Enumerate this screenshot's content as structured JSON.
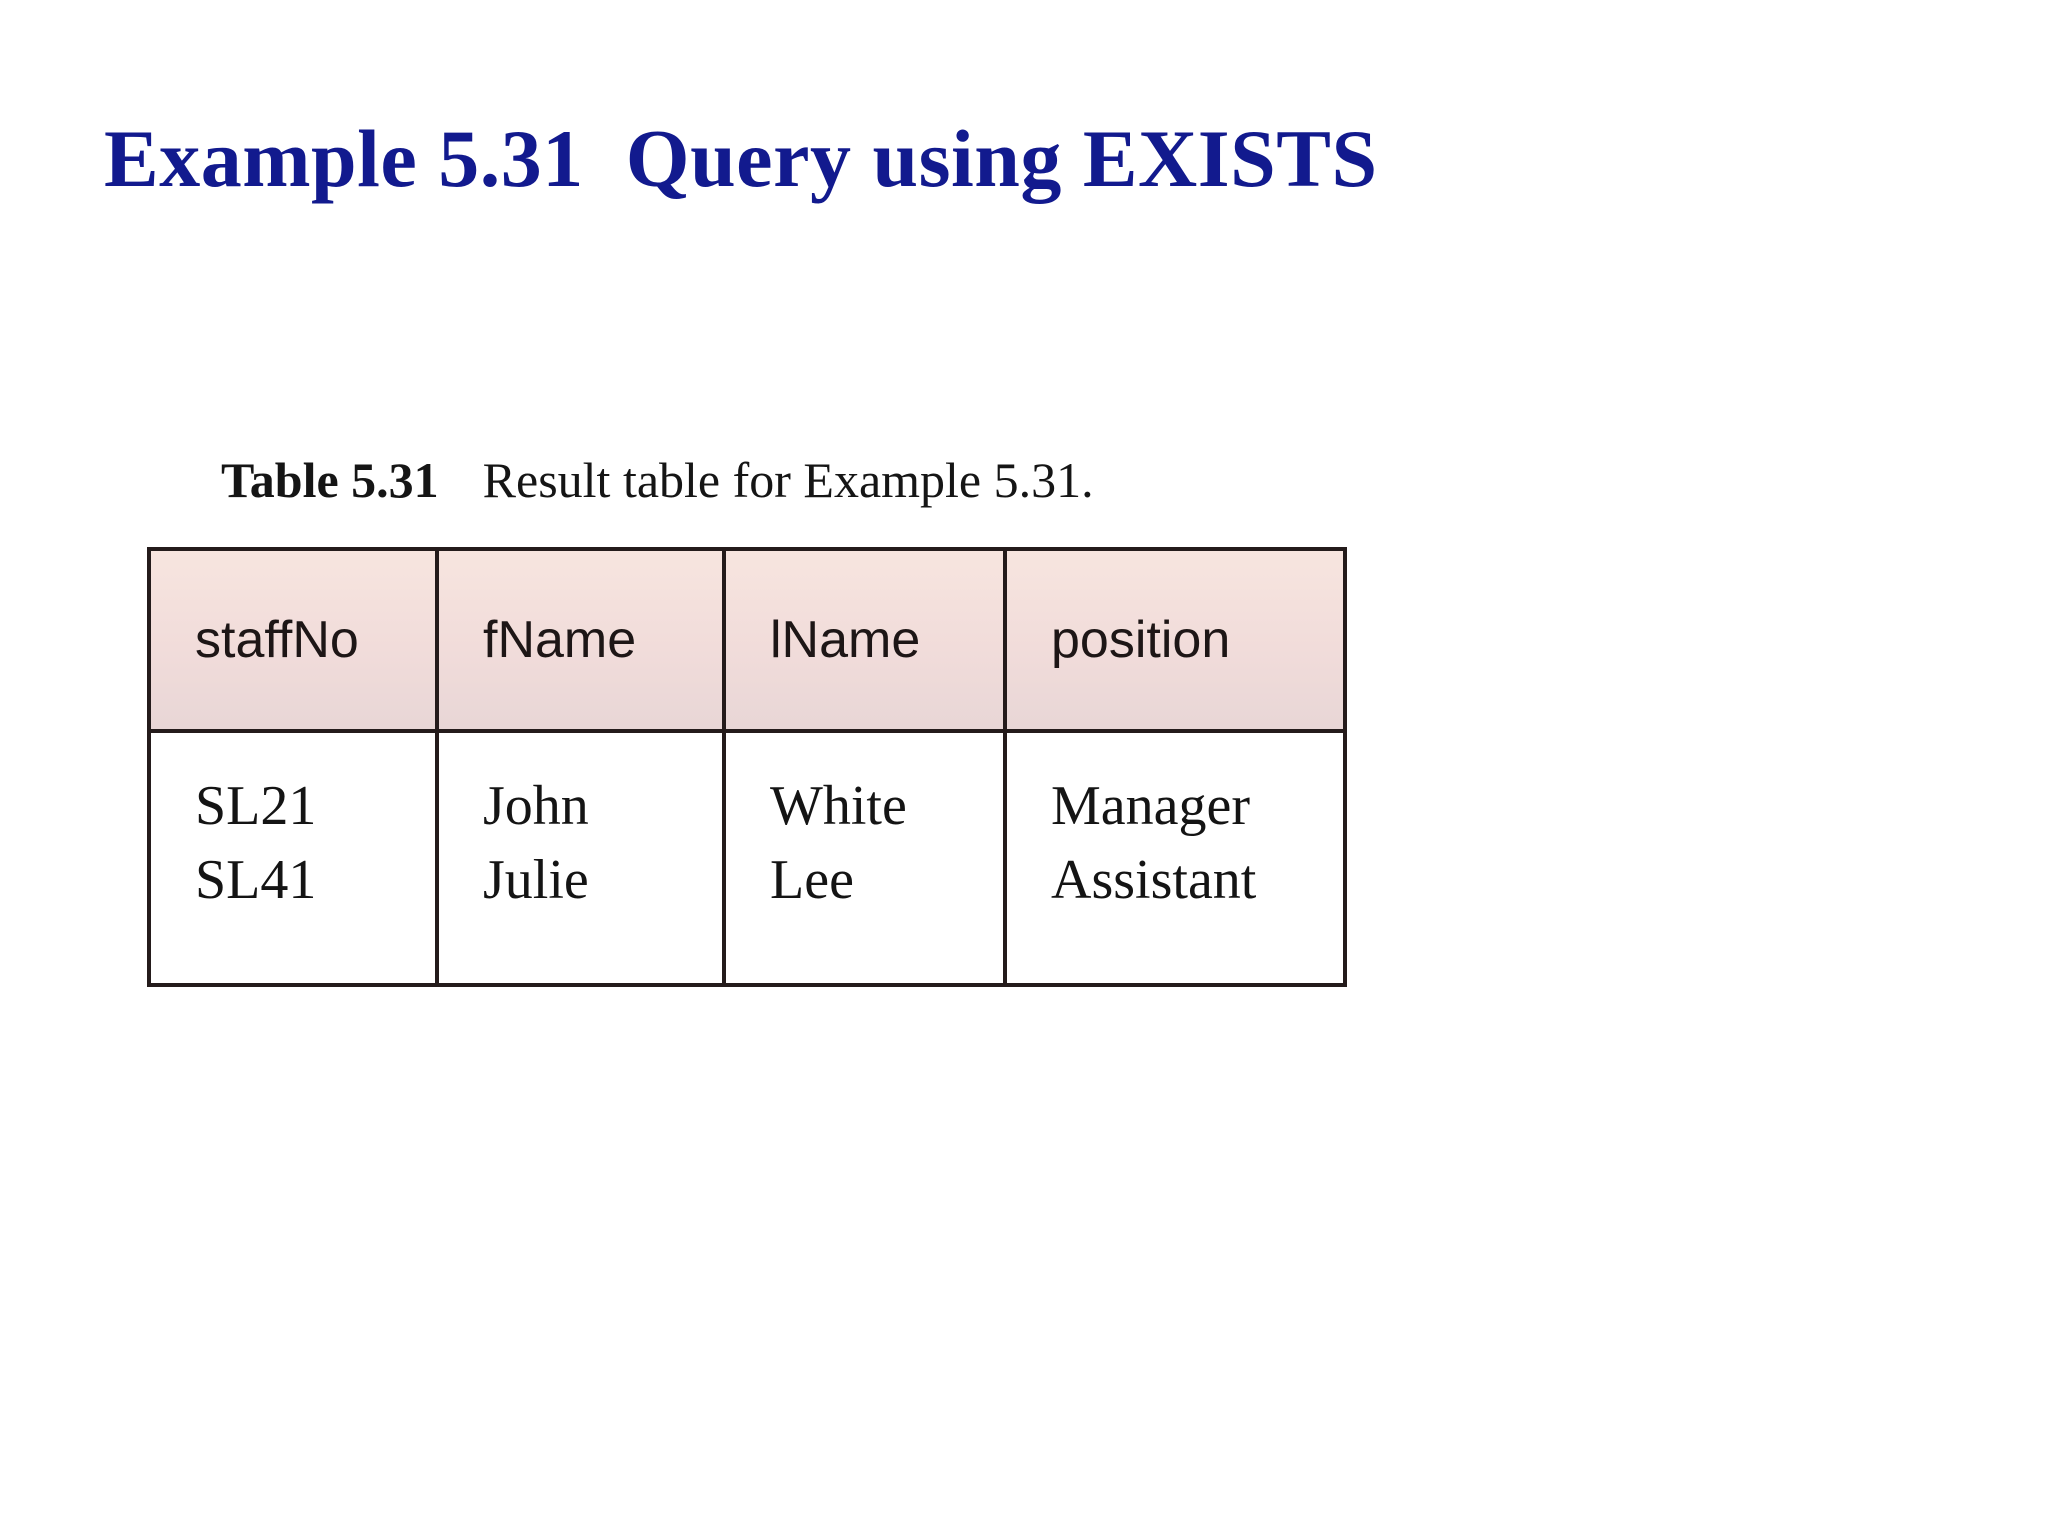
{
  "slide": {
    "title": "Example 5.31  Query using EXISTS",
    "title_color": "#121a8e",
    "background_color": "#ffffff"
  },
  "figure": {
    "caption_label": "Table 5.31",
    "caption_text": "Result table for Example 5.31.",
    "header_background_color": "#f1dcda",
    "border_color": "#241b1b",
    "table": {
      "columns": [
        "staffNo",
        "fName",
        "lName",
        "position"
      ],
      "rows": [
        [
          "SL21",
          "John",
          "White",
          "Manager"
        ],
        [
          "SL41",
          "Julie",
          "Lee",
          "Assistant"
        ]
      ]
    }
  }
}
